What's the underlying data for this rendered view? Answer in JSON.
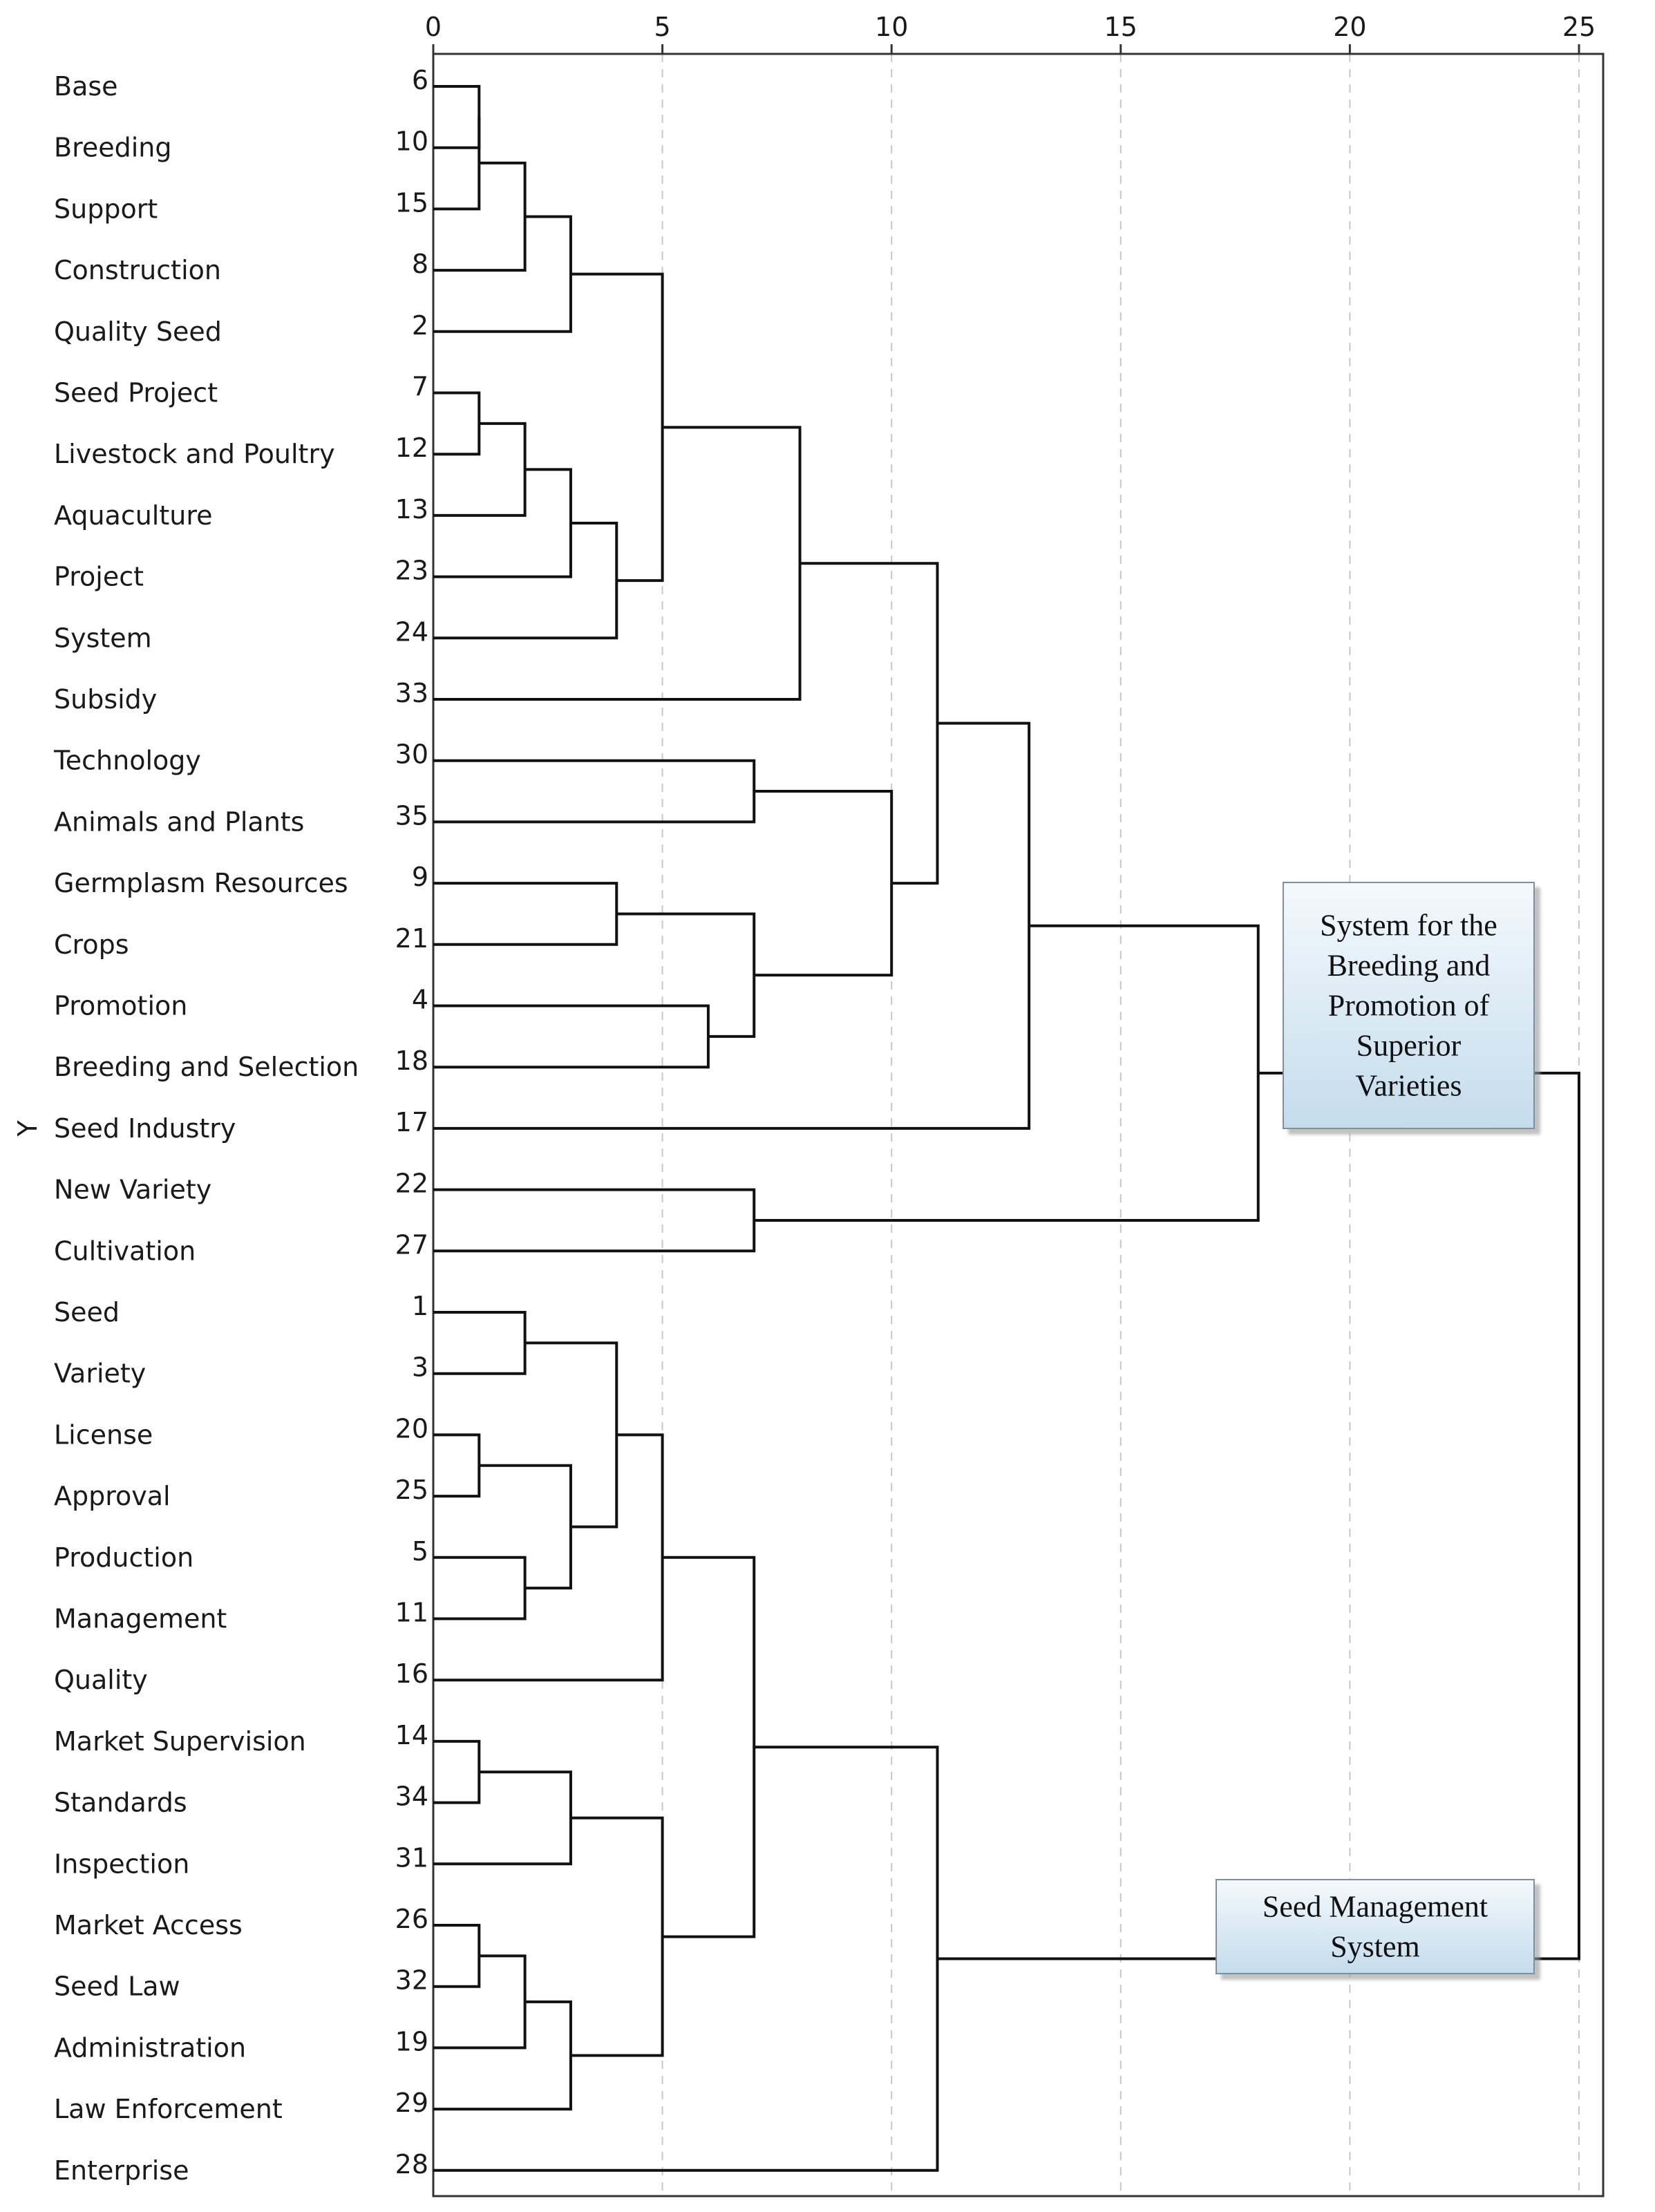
{
  "chart_data": {
    "type": "dendrogram",
    "x_axis": {
      "min": 0,
      "max": 25,
      "ticks": [
        0,
        5,
        10,
        15,
        20,
        25
      ],
      "grid": true,
      "position": "top"
    },
    "y_marker": "Y",
    "leaves": [
      {
        "id": 6,
        "label": "Base"
      },
      {
        "id": 10,
        "label": "Breeding"
      },
      {
        "id": 15,
        "label": "Support"
      },
      {
        "id": 8,
        "label": "Construction"
      },
      {
        "id": 2,
        "label": "Quality Seed"
      },
      {
        "id": 7,
        "label": "Seed Project"
      },
      {
        "id": 12,
        "label": "Livestock and Poultry"
      },
      {
        "id": 13,
        "label": "Aquaculture"
      },
      {
        "id": 23,
        "label": "Project"
      },
      {
        "id": 24,
        "label": "System"
      },
      {
        "id": 33,
        "label": "Subsidy"
      },
      {
        "id": 30,
        "label": "Technology"
      },
      {
        "id": 35,
        "label": "Animals and Plants"
      },
      {
        "id": 9,
        "label": "Germplasm Resources"
      },
      {
        "id": 21,
        "label": "Crops"
      },
      {
        "id": 4,
        "label": "Promotion"
      },
      {
        "id": 18,
        "label": "Breeding and Selection"
      },
      {
        "id": 17,
        "label": "Seed Industry"
      },
      {
        "id": 22,
        "label": "New Variety"
      },
      {
        "id": 27,
        "label": "Cultivation"
      },
      {
        "id": 1,
        "label": "Seed"
      },
      {
        "id": 3,
        "label": "Variety"
      },
      {
        "id": 20,
        "label": "License"
      },
      {
        "id": 25,
        "label": "Approval"
      },
      {
        "id": 5,
        "label": "Production"
      },
      {
        "id": 11,
        "label": "Management"
      },
      {
        "id": 16,
        "label": "Quality"
      },
      {
        "id": 14,
        "label": "Market Supervision"
      },
      {
        "id": 34,
        "label": "Standards"
      },
      {
        "id": 31,
        "label": "Inspection"
      },
      {
        "id": 26,
        "label": "Market Access"
      },
      {
        "id": 32,
        "label": "Seed Law"
      },
      {
        "id": 19,
        "label": "Administration"
      },
      {
        "id": 29,
        "label": "Law Enforcement"
      },
      {
        "id": 28,
        "label": "Enterprise"
      }
    ],
    "merges": [
      {
        "a": "L0",
        "b": "L1",
        "height": 1
      },
      {
        "a": "M0",
        "b": "L2",
        "height": 1
      },
      {
        "a": "M1",
        "b": "L3",
        "height": 2
      },
      {
        "a": "M2",
        "b": "L4",
        "height": 3
      },
      {
        "a": "L5",
        "b": "L6",
        "height": 1
      },
      {
        "a": "M4",
        "b": "L7",
        "height": 2
      },
      {
        "a": "M5",
        "b": "L8",
        "height": 3
      },
      {
        "a": "M6",
        "b": "L9",
        "height": 4
      },
      {
        "a": "M3",
        "b": "M7",
        "height": 5
      },
      {
        "a": "M8",
        "b": "L10",
        "height": 8
      },
      {
        "a": "L11",
        "b": "L12",
        "height": 7
      },
      {
        "a": "L13",
        "b": "L14",
        "height": 4
      },
      {
        "a": "L15",
        "b": "L16",
        "height": 6
      },
      {
        "a": "M11",
        "b": "M12",
        "height": 7
      },
      {
        "a": "M10",
        "b": "M13",
        "height": 10
      },
      {
        "a": "M9",
        "b": "M14",
        "height": 11
      },
      {
        "a": "M15",
        "b": "L17",
        "height": 13
      },
      {
        "a": "L18",
        "b": "L19",
        "height": 7
      },
      {
        "a": "M16",
        "b": "M17",
        "height": 18
      },
      {
        "a": "L20",
        "b": "L21",
        "height": 2
      },
      {
        "a": "L22",
        "b": "L23",
        "height": 1
      },
      {
        "a": "L24",
        "b": "L25",
        "height": 2
      },
      {
        "a": "M20",
        "b": "M21",
        "height": 3
      },
      {
        "a": "M19",
        "b": "M22",
        "height": 4
      },
      {
        "a": "M23",
        "b": "L26",
        "height": 5
      },
      {
        "a": "L27",
        "b": "L28",
        "height": 1
      },
      {
        "a": "M25",
        "b": "L29",
        "height": 3
      },
      {
        "a": "L30",
        "b": "L31",
        "height": 1
      },
      {
        "a": "M27",
        "b": "L32",
        "height": 2
      },
      {
        "a": "M28",
        "b": "L33",
        "height": 3
      },
      {
        "a": "M26",
        "b": "M29",
        "height": 5
      },
      {
        "a": "M24",
        "b": "M30",
        "height": 7
      },
      {
        "a": "M31",
        "b": "L34",
        "height": 11
      },
      {
        "a": "M18",
        "b": "M32",
        "height": 25
      }
    ],
    "annotations": [
      {
        "text": "System for the Breeding and Promotion of Superior Varieties",
        "cluster": "M18",
        "lines": [
          "System for the",
          "Breeding and",
          "Promotion of",
          "Superior",
          "Varieties"
        ]
      },
      {
        "text": "Seed Management System",
        "cluster": "M32",
        "lines": [
          "Seed Management",
          "System"
        ]
      }
    ]
  }
}
